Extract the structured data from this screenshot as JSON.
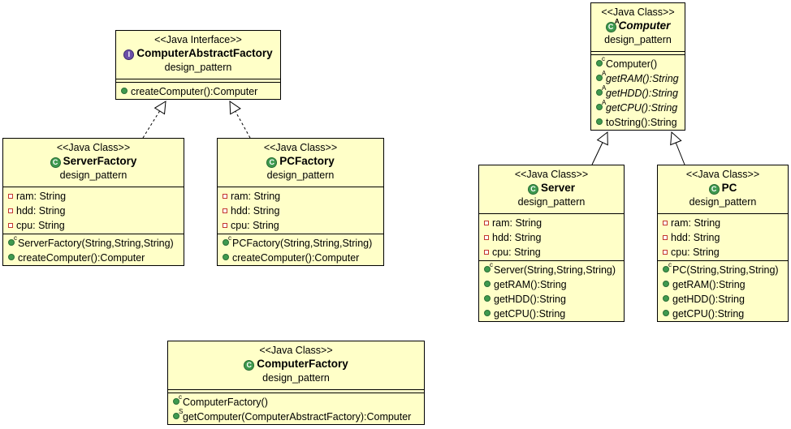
{
  "diagram": {
    "classes": [
      {
        "id": "computer-abstract-factory",
        "stereotype": "<<Java Interface>>",
        "kind": "interface",
        "name": "ComputerAbstractFactory",
        "package": "design_pattern",
        "attributes": [],
        "methods": [
          {
            "text": "createComputer():Computer",
            "visibility": "public",
            "modifier": "",
            "abstract": false
          }
        ]
      },
      {
        "id": "server-factory",
        "stereotype": "<<Java Class>>",
        "kind": "class",
        "name": "ServerFactory",
        "package": "design_pattern",
        "attributes": [
          {
            "text": "ram: String",
            "visibility": "private"
          },
          {
            "text": "hdd: String",
            "visibility": "private"
          },
          {
            "text": "cpu: String",
            "visibility": "private"
          }
        ],
        "methods": [
          {
            "text": "ServerFactory(String,String,String)",
            "visibility": "public",
            "modifier": "c",
            "abstract": false
          },
          {
            "text": "createComputer():Computer",
            "visibility": "public",
            "modifier": "",
            "abstract": false
          }
        ]
      },
      {
        "id": "pc-factory",
        "stereotype": "<<Java Class>>",
        "kind": "class",
        "name": "PCFactory",
        "package": "design_pattern",
        "attributes": [
          {
            "text": "ram: String",
            "visibility": "private"
          },
          {
            "text": "hdd: String",
            "visibility": "private"
          },
          {
            "text": "cpu: String",
            "visibility": "private"
          }
        ],
        "methods": [
          {
            "text": "PCFactory(String,String,String)",
            "visibility": "public",
            "modifier": "c",
            "abstract": false
          },
          {
            "text": "createComputer():Computer",
            "visibility": "public",
            "modifier": "",
            "abstract": false
          }
        ]
      },
      {
        "id": "computer",
        "stereotype": "<<Java Class>>",
        "kind": "class",
        "name": "Computer",
        "package": "design_pattern",
        "abstract": true,
        "attributes": [],
        "methods": [
          {
            "text": "Computer()",
            "visibility": "public",
            "modifier": "c",
            "abstract": false
          },
          {
            "text": "getRAM():String",
            "visibility": "public",
            "modifier": "A",
            "abstract": true
          },
          {
            "text": "getHDD():String",
            "visibility": "public",
            "modifier": "A",
            "abstract": true
          },
          {
            "text": "getCPU():String",
            "visibility": "public",
            "modifier": "A",
            "abstract": true
          },
          {
            "text": "toString():String",
            "visibility": "public",
            "modifier": "",
            "abstract": false
          }
        ]
      },
      {
        "id": "server",
        "stereotype": "<<Java Class>>",
        "kind": "class",
        "name": "Server",
        "package": "design_pattern",
        "attributes": [
          {
            "text": "ram: String",
            "visibility": "private"
          },
          {
            "text": "hdd: String",
            "visibility": "private"
          },
          {
            "text": "cpu: String",
            "visibility": "private"
          }
        ],
        "methods": [
          {
            "text": "Server(String,String,String)",
            "visibility": "public",
            "modifier": "c",
            "abstract": false
          },
          {
            "text": "getRAM():String",
            "visibility": "public",
            "modifier": "",
            "abstract": false
          },
          {
            "text": "getHDD():String",
            "visibility": "public",
            "modifier": "",
            "abstract": false
          },
          {
            "text": "getCPU():String",
            "visibility": "public",
            "modifier": "",
            "abstract": false
          }
        ]
      },
      {
        "id": "pc",
        "stereotype": "<<Java Class>>",
        "kind": "class",
        "name": "PC",
        "package": "design_pattern",
        "attributes": [
          {
            "text": "ram: String",
            "visibility": "private"
          },
          {
            "text": "hdd: String",
            "visibility": "private"
          },
          {
            "text": "cpu: String",
            "visibility": "private"
          }
        ],
        "methods": [
          {
            "text": "PC(String,String,String)",
            "visibility": "public",
            "modifier": "c",
            "abstract": false
          },
          {
            "text": "getRAM():String",
            "visibility": "public",
            "modifier": "",
            "abstract": false
          },
          {
            "text": "getHDD():String",
            "visibility": "public",
            "modifier": "",
            "abstract": false
          },
          {
            "text": "getCPU():String",
            "visibility": "public",
            "modifier": "",
            "abstract": false
          }
        ]
      },
      {
        "id": "computer-factory",
        "stereotype": "<<Java Class>>",
        "kind": "class",
        "name": "ComputerFactory",
        "package": "design_pattern",
        "attributes": [],
        "methods": [
          {
            "text": "ComputerFactory()",
            "visibility": "public",
            "modifier": "c",
            "abstract": false
          },
          {
            "text": "getComputer(ComputerAbstractFactory):Computer",
            "visibility": "public",
            "modifier": "S",
            "abstract": false
          }
        ]
      }
    ],
    "relations": [
      {
        "from": "server-factory",
        "to": "computer-abstract-factory",
        "type": "realization"
      },
      {
        "from": "pc-factory",
        "to": "computer-abstract-factory",
        "type": "realization"
      },
      {
        "from": "server",
        "to": "computer",
        "type": "generalization"
      },
      {
        "from": "pc",
        "to": "computer",
        "type": "generalization"
      }
    ],
    "colors": {
      "box_fill": "#ffffc8",
      "border": "#000000",
      "public_marker": "#3f9a4f",
      "private_marker": "#c2372e",
      "interface_icon": "#6b4fa8",
      "class_icon": "#3f9a4f"
    }
  }
}
